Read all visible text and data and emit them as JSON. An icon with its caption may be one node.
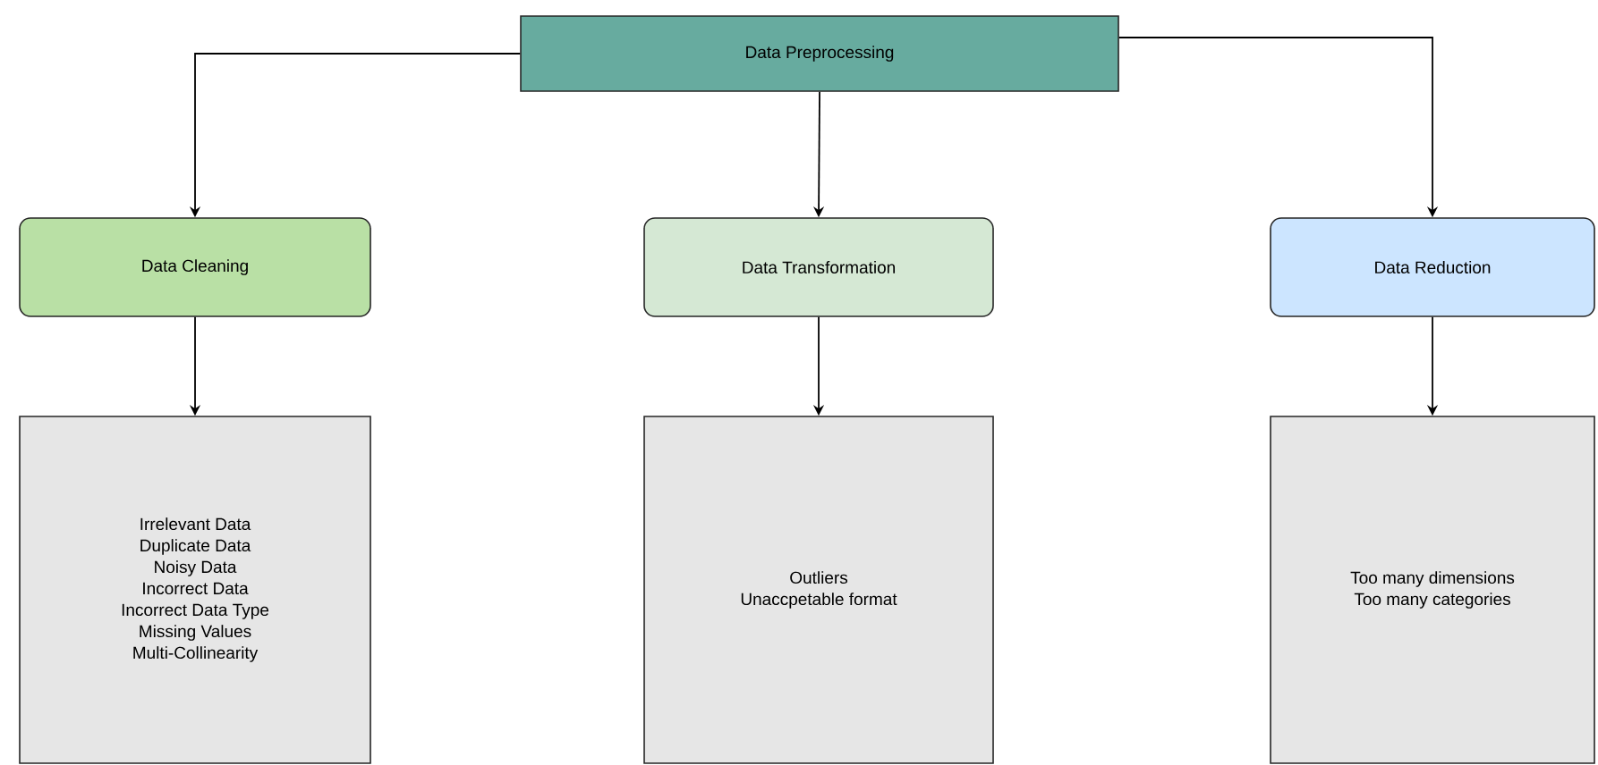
{
  "diagram": {
    "nodes": [
      {
        "text": [
          "Data Preprocessing"
        ]
      },
      {
        "text": [
          "Data Cleaning"
        ]
      },
      {
        "text": [
          "Data Transformation"
        ]
      },
      {
        "text": [
          "Data Reduction"
        ]
      },
      {
        "text": [
          "Irrelevant Data",
          "Duplicate Data",
          "Noisy Data",
          "Incorrect Data",
          "Incorrect Data Type",
          "Missing Values",
          "Multi-Collinearity"
        ]
      },
      {
        "text": [
          "Outliers",
          "Unaccpetable format"
        ]
      },
      {
        "text": [
          "Too many dimensions",
          "Too many categories"
        ]
      }
    ],
    "edges": [
      {
        "from": 0,
        "to": 1,
        "arrow": "to"
      },
      {
        "from": 0,
        "to": 2,
        "arrow": "to"
      },
      {
        "from": 0,
        "to": 3,
        "arrow": "to"
      },
      {
        "from": 1,
        "to": 4,
        "arrow": "to"
      },
      {
        "from": 2,
        "to": 5,
        "arrow": "to"
      },
      {
        "from": 3,
        "to": 6,
        "arrow": "to"
      }
    ]
  }
}
